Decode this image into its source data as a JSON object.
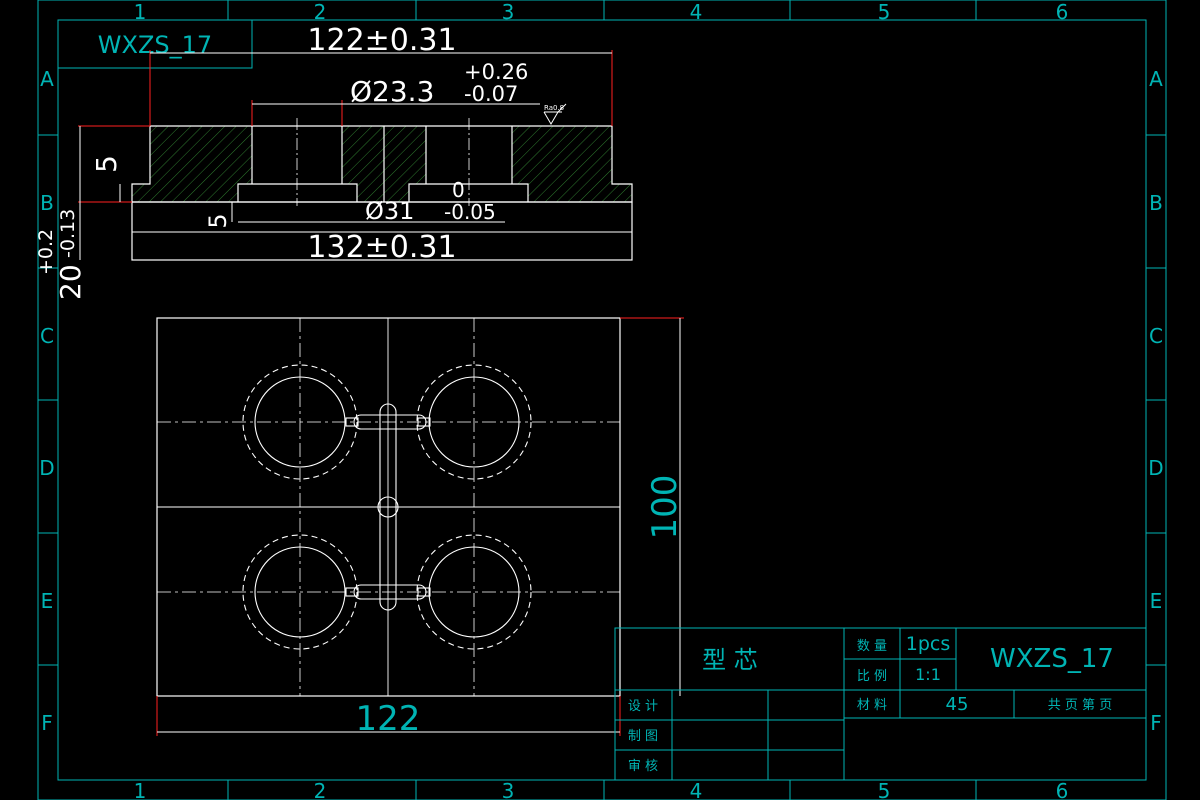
{
  "drawing": {
    "drawing_number": "WXZS_17",
    "part_name": "型 芯"
  },
  "border": {
    "column_labels": [
      "1",
      "2",
      "3",
      "4",
      "5",
      "6"
    ],
    "row_labels": [
      "A",
      "B",
      "C",
      "D",
      "E",
      "F"
    ]
  },
  "section_view": {
    "dim_overall_top": "122±0.31",
    "dim_bore": "Ø23.3",
    "dim_bore_tol_upper": "+0.26",
    "dim_bore_tol_lower": "-0.07",
    "roughness": "Ra0.8",
    "dim_step_height": "5",
    "dim_lower_step": "5",
    "dim_pocket": "Ø31",
    "dim_pocket_tol_upper": "0",
    "dim_pocket_tol_lower": "-0.05",
    "dim_overall_bottom": "132±0.31",
    "dim_total_height": "20",
    "dim_total_height_tol_upper": "+0.2",
    "dim_total_height_tol_lower": "-0.13"
  },
  "plan_view": {
    "dim_width": "122",
    "dim_height": "100"
  },
  "title_block": {
    "qty_label": "数 量",
    "qty_value": "1pcs",
    "scale_label": "比 例",
    "scale_value": "1:1",
    "material_label": "材 料",
    "material_value": "45",
    "sheet_label": "共 页  第 页",
    "designer_label": "设 计",
    "drafter_label": "制 图",
    "reviewer_label": "审 核"
  },
  "colors": {
    "background": "#000000",
    "frame": "#00b4b4",
    "geometry": "#ffffff",
    "dimension_ext": "#ff2020"
  }
}
